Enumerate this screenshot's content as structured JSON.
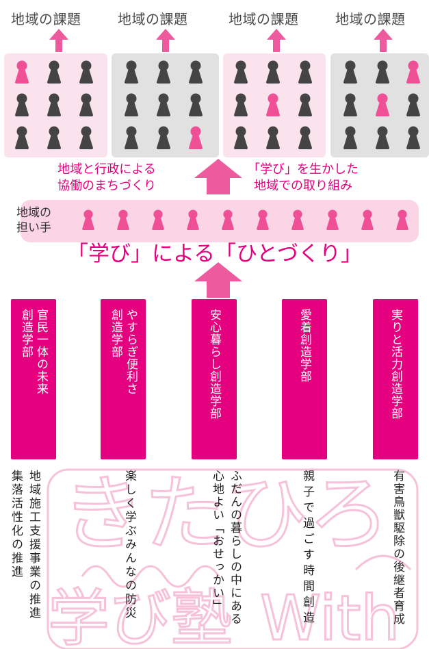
{
  "issues": [
    "地域の課題",
    "地域の課題",
    "地域の課題",
    "地域の課題"
  ],
  "captions": {
    "left": "地域と行政による\n協働のまちづくり",
    "right": "「学び」を生かした\n地域での取り組み"
  },
  "bearers_label": "地域の\n担い手",
  "headline": "「学び」による「ひとづくり」",
  "departments": [
    "官民一体の未来\n創造学部",
    "やすらぎ便利さ\n創造学部",
    "安心暮らし創造学部",
    "愛着創造学部",
    "実りと活力創造学部"
  ],
  "activities": [
    "地域施工支援事業の推進\n集落活性化の推進",
    "楽しく学ぶみんなの防災",
    "ふだんの暮らしの中にある\n心地よい「おせっかい」",
    "親子で過ごす時間創造",
    "有害鳥獣駆除の後継者育成"
  ],
  "watermark": {
    "line1": "きたひろ",
    "line2": "学び塾",
    "line3": "With"
  },
  "colors": {
    "accent": "#e4007f",
    "pink_panel": "#fbe3ee",
    "gray_panel": "#e1e1e1",
    "bar": "#fbd5e6",
    "arrow": "#ee5a9e",
    "figure_dark": "#444444",
    "figure_pink": "#ee4f95"
  },
  "panels": [
    {
      "tone": "pink",
      "pink_figures": [
        0
      ]
    },
    {
      "tone": "gray",
      "pink_figures": [
        8
      ]
    },
    {
      "tone": "pink",
      "pink_figures": [
        4
      ]
    },
    {
      "tone": "gray",
      "pink_figures": [
        2,
        4
      ]
    }
  ],
  "bearers_count": 10
}
